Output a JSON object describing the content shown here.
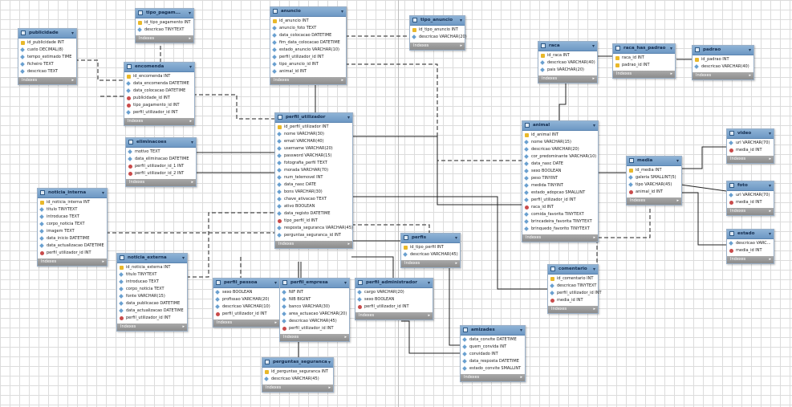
{
  "diagram": {
    "indexes_label": "Indexes",
    "tables": [
      {
        "name": "publicidade",
        "columns": [
          {
            "key": "pk",
            "text": "id_publicidade INT"
          },
          {
            "key": "at",
            "text": "custo DECIMAL(8)"
          },
          {
            "key": "at",
            "text": "tempo_estimado TIME"
          },
          {
            "key": "at",
            "text": "ficheiro TEXT"
          },
          {
            "key": "at",
            "text": "descricao TEXT"
          }
        ]
      },
      {
        "name": "tipo_pagam...",
        "columns": [
          {
            "key": "pk",
            "text": "id_tipo_pagamento INT"
          },
          {
            "key": "at",
            "text": "descricao TINYTEXT"
          }
        ]
      },
      {
        "name": "encomenda",
        "columns": [
          {
            "key": "pk",
            "text": "id_encomenda INT"
          },
          {
            "key": "at",
            "text": "data_encomenda DATETIME"
          },
          {
            "key": "at",
            "text": "data_colocacao DATETIME"
          },
          {
            "key": "fk",
            "text": "publicidade_id INT"
          },
          {
            "key": "fk",
            "text": "tipo_pagamento_id INT"
          },
          {
            "key": "at",
            "text": "perfil_utilizador_id INT"
          }
        ]
      },
      {
        "name": "anuncio",
        "columns": [
          {
            "key": "pk",
            "text": "id_anuncio INT"
          },
          {
            "key": "at",
            "text": "anuncio_foto TEXT"
          },
          {
            "key": "at",
            "text": "data_colocacao DATETIME"
          },
          {
            "key": "at",
            "text": "fim_data_colocacao DATETIME"
          },
          {
            "key": "at",
            "text": "estado_anuncio VARCHAR(10)"
          },
          {
            "key": "at",
            "text": "perfil_utilizador_id INT"
          },
          {
            "key": "at",
            "text": "tipo_anuncio_id INT"
          },
          {
            "key": "at",
            "text": "animal_id INT"
          }
        ]
      },
      {
        "name": "tipo_anuncio",
        "columns": [
          {
            "key": "pk",
            "text": "id_tipo_anuncio INT"
          },
          {
            "key": "at",
            "text": "descricao VARCHAR(20)"
          }
        ]
      },
      {
        "name": "raca",
        "columns": [
          {
            "key": "pk",
            "text": "id_raca INT"
          },
          {
            "key": "at",
            "text": "descricao VARCHAR(40)"
          },
          {
            "key": "at",
            "text": "pais VARCHAR(20)"
          }
        ]
      },
      {
        "name": "raca_has_padrao",
        "columns": [
          {
            "key": "pk",
            "text": "raca_id INT"
          },
          {
            "key": "pk",
            "text": "padrao_id INT"
          }
        ]
      },
      {
        "name": "padrao",
        "columns": [
          {
            "key": "pk",
            "text": "id_padrao INT"
          },
          {
            "key": "at",
            "text": "descricao VARCHAR(40)"
          }
        ]
      },
      {
        "name": "eliminacoes",
        "columns": [
          {
            "key": "at",
            "text": "motivo TEXT"
          },
          {
            "key": "at",
            "text": "data_eliminacao DATETIME"
          },
          {
            "key": "fk",
            "text": "perfil_utilizador_id_1 INT"
          },
          {
            "key": "fk",
            "text": "perfil_utilizador_id_2 INT"
          }
        ]
      },
      {
        "name": "perfil_utilizador",
        "columns": [
          {
            "key": "pk",
            "text": "id_perfil_utilizador INT"
          },
          {
            "key": "at",
            "text": "nome VARCHAR(30)"
          },
          {
            "key": "at",
            "text": "email VARCHAR(40)"
          },
          {
            "key": "at",
            "text": "username VARCHAR(20)"
          },
          {
            "key": "at",
            "text": "password VARCHAR(15)"
          },
          {
            "key": "at",
            "text": "fotografia_perfil TEXT"
          },
          {
            "key": "at",
            "text": "morada VARCHAR(70)"
          },
          {
            "key": "at",
            "text": "num_telemovel INT"
          },
          {
            "key": "at",
            "text": "data_nasc DATE"
          },
          {
            "key": "at",
            "text": "bons VARCHAR(30)"
          },
          {
            "key": "at",
            "text": "chave_ativacao TEXT"
          },
          {
            "key": "at",
            "text": "ativo BOOLEAN"
          },
          {
            "key": "at",
            "text": "data_registo DATETIME"
          },
          {
            "key": "fk",
            "text": "tipo_perfil_id INT"
          },
          {
            "key": "at",
            "text": "resposta_seguranca VARCHAR(45)"
          },
          {
            "key": "at",
            "text": "perguntas_seguranca_id INT"
          }
        ]
      },
      {
        "name": "animal",
        "columns": [
          {
            "key": "pk",
            "text": "id_animal INT"
          },
          {
            "key": "at",
            "text": "nome VARCHAR(15)"
          },
          {
            "key": "at",
            "text": "descricao VARCHAR(20)"
          },
          {
            "key": "at",
            "text": "cor_predominante VARCHAR(10)"
          },
          {
            "key": "at",
            "text": "data_nasc DATE"
          },
          {
            "key": "at",
            "text": "sexo BOOLEAN"
          },
          {
            "key": "at",
            "text": "peso TINYINT"
          },
          {
            "key": "at",
            "text": "medida TINYINT"
          },
          {
            "key": "at",
            "text": "estado_adopcao SMALLINT"
          },
          {
            "key": "at",
            "text": "perfil_utilizador_id INT"
          },
          {
            "key": "fk",
            "text": "raca_id INT"
          },
          {
            "key": "at",
            "text": "comida_favorita TINYTEXT"
          },
          {
            "key": "at",
            "text": "brincadeira_favorita TINYTEXT"
          },
          {
            "key": "at",
            "text": "brinquedo_favorito TINYTEXT"
          }
        ]
      },
      {
        "name": "media",
        "columns": [
          {
            "key": "pk",
            "text": "id_media INT"
          },
          {
            "key": "at",
            "text": "galeria SMALLINT(5)"
          },
          {
            "key": "at",
            "text": "tipo VARCHAR(45)"
          },
          {
            "key": "fk",
            "text": "animal_id INT"
          }
        ]
      },
      {
        "name": "video",
        "columns": [
          {
            "key": "at",
            "text": "url VARCHAR(70)"
          },
          {
            "key": "fk",
            "text": "media_id INT"
          }
        ]
      },
      {
        "name": "foto",
        "columns": [
          {
            "key": "at",
            "text": "url VARCHAR(70)"
          },
          {
            "key": "fk",
            "text": "media_id INT"
          }
        ]
      },
      {
        "name": "estado",
        "columns": [
          {
            "key": "at",
            "text": "descricao VARC..."
          },
          {
            "key": "fk",
            "text": "media_id INT"
          }
        ]
      },
      {
        "name": "noticia_interna",
        "columns": [
          {
            "key": "pk",
            "text": "id_noticia_interna INT"
          },
          {
            "key": "at",
            "text": "titulo TINYTEXT"
          },
          {
            "key": "at",
            "text": "introducao TEXT"
          },
          {
            "key": "at",
            "text": "corpo_noticia TEXT"
          },
          {
            "key": "at",
            "text": "imagem TEXT"
          },
          {
            "key": "at",
            "text": "data_inicio DATETIME"
          },
          {
            "key": "at",
            "text": "data_actualizacao DATETIME"
          },
          {
            "key": "fk",
            "text": "perfil_utilizador_id INT"
          }
        ]
      },
      {
        "name": "noticia_externa",
        "columns": [
          {
            "key": "pk",
            "text": "id_noticia_externa INT"
          },
          {
            "key": "at",
            "text": "titulo TINYTEXT"
          },
          {
            "key": "at",
            "text": "introducao TEXT"
          },
          {
            "key": "at",
            "text": "corpo_noticia TEXT"
          },
          {
            "key": "at",
            "text": "fonte VARCHAR(15)"
          },
          {
            "key": "at",
            "text": "data_publicacao DATETIME"
          },
          {
            "key": "at",
            "text": "data_actualizacao DATETIME"
          },
          {
            "key": "fk",
            "text": "perfil_utilizador_id INT"
          }
        ]
      },
      {
        "name": "perfil_pessoa",
        "columns": [
          {
            "key": "at",
            "text": "sexo BOOLEAN"
          },
          {
            "key": "at",
            "text": "profissao VARCHAR(20)"
          },
          {
            "key": "at",
            "text": "descricao VARCHAR(10)"
          },
          {
            "key": "fk",
            "text": "perfil_utilizador_id INT"
          }
        ]
      },
      {
        "name": "perfil_empresa",
        "columns": [
          {
            "key": "at",
            "text": "NIF INT"
          },
          {
            "key": "at",
            "text": "NIB BIGINT"
          },
          {
            "key": "at",
            "text": "banco VARCHAR(30)"
          },
          {
            "key": "at",
            "text": "area_actuacao VARCHAR(20)"
          },
          {
            "key": "at",
            "text": "descricao VARCHAR(45)"
          },
          {
            "key": "fk",
            "text": "perfil_utilizador_id INT"
          }
        ]
      },
      {
        "name": "perfil_administrador",
        "columns": [
          {
            "key": "at",
            "text": "cargo VARCHAR(20)"
          },
          {
            "key": "at",
            "text": "sexo BOOLEAN"
          },
          {
            "key": "fk",
            "text": "perfil_utilizador_id INT"
          }
        ]
      },
      {
        "name": "perfis",
        "columns": [
          {
            "key": "pk",
            "text": "id_tipo_perfil INT"
          },
          {
            "key": "at",
            "text": "descricao VARCHAR(45)"
          }
        ]
      },
      {
        "name": "comentario",
        "columns": [
          {
            "key": "pk",
            "text": "id_comentario INT"
          },
          {
            "key": "at",
            "text": "descricao TINYTEXT"
          },
          {
            "key": "at",
            "text": "perfil_utilizador_id INT"
          },
          {
            "key": "fk",
            "text": "media_id INT"
          }
        ]
      },
      {
        "name": "amizades",
        "columns": [
          {
            "key": "at",
            "text": "data_convite DATETIME"
          },
          {
            "key": "at",
            "text": "quem_convida INT"
          },
          {
            "key": "at",
            "text": "convidado INT"
          },
          {
            "key": "at",
            "text": "data_resposta DATETIME"
          },
          {
            "key": "at",
            "text": "estado_convite SMALLINT"
          }
        ]
      },
      {
        "name": "perguntas_seguranca",
        "columns": [
          {
            "key": "pk",
            "text": "id_perguntas_seguranca INT"
          },
          {
            "key": "at",
            "text": "descricao VARCHAR(45)"
          }
        ]
      }
    ]
  }
}
